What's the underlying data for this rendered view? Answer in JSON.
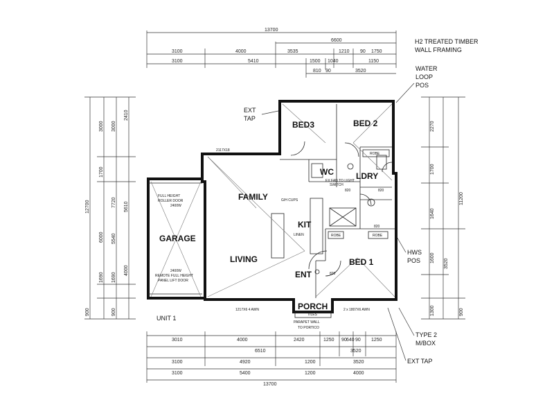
{
  "notes": {
    "framing_line1": "H2 TREATED TIMBER",
    "framing_line2": "WALL FRAMING",
    "water_loop_line1": "WATER",
    "water_loop_line2": "LOOP",
    "water_loop_line3": "POS",
    "ext_tap_top_line1": "EXT",
    "ext_tap_top_line2": "TAP",
    "hws_line1": "HWS",
    "hws_line2": "POS",
    "type2_line1": "TYPE 2",
    "type2_line2": "M/BOX",
    "ext_tap_bottom": "EXT TAP",
    "unit": "UNIT 1"
  },
  "rooms": {
    "bed3": "BED3",
    "bed2": "BED 2",
    "wc": "WC",
    "ldry": "LDRY",
    "family": "FAMILY",
    "kit": "KIT",
    "garage": "GARAGE",
    "living": "LIVING",
    "ent": "ENT",
    "bed1": "BED 1",
    "porch": "PORCH"
  },
  "small_labels": {
    "garage_door_top_1": "FULL HEIGHT",
    "garage_door_top_2": "ROLLER DOOR",
    "garage_door_top_3": "2400W",
    "garage_door_bottom_1": "2400W",
    "garage_door_bottom_2": "REMOTE FULL HEIGHT",
    "garage_door_bottom_3": "PANEL LIFT DOOR",
    "exhaust_fan_1": "EX FAN TO LIGHT",
    "exhaust_fan_2": "SWITCH",
    "robe_bed2": "ROBE",
    "robe_bed1a": "ROBE",
    "robe_bed1b": "ROBE",
    "linen": "LINEN",
    "tiles": "TILES",
    "parapet": "PARAPET WALL",
    "to_portico": "TO PORTICO",
    "window_family": "2117X18",
    "window_front_left": "1217X6 4 AWN",
    "window_front_right": "2 x 1807X6 AWN",
    "fridge": "G/H CUPS",
    "wc_width": "820",
    "ent_width": "820",
    "ldry_width": "820",
    "bed1_width": "820"
  },
  "dims": {
    "top": {
      "overall": "13700",
      "right_sub": "6600",
      "row2": [
        "3100",
        "4000",
        "3535",
        "1210",
        "90",
        "1750"
      ],
      "row3": [
        "3100",
        "5410",
        "1500",
        "1040",
        "1150"
      ],
      "row4": [
        "810",
        "90",
        "3520"
      ]
    },
    "bottom": {
      "row1": [
        "3010",
        "4000",
        "2420",
        "1250",
        "90",
        "640",
        "90",
        "1250"
      ],
      "row2": [
        "6510",
        "3520"
      ],
      "row3": [
        "3100",
        "4920",
        "1200",
        "3520"
      ],
      "row4": [
        "3100",
        "5400",
        "1200",
        "4000"
      ],
      "overall": "13700"
    },
    "left": {
      "outer": [
        "12700",
        "6000",
        "1690",
        "900"
      ],
      "mid": [
        "3000",
        "1700",
        "5540",
        "4000"
      ],
      "inner": [
        "3000",
        "5610",
        "7720",
        "1690",
        "900"
      ],
      "near": [
        "2410"
      ]
    },
    "right": {
      "outer": [
        "11200",
        "3520",
        "900"
      ],
      "inner": [
        "2270",
        "1700",
        "1640",
        "1600",
        "1300"
      ]
    }
  }
}
